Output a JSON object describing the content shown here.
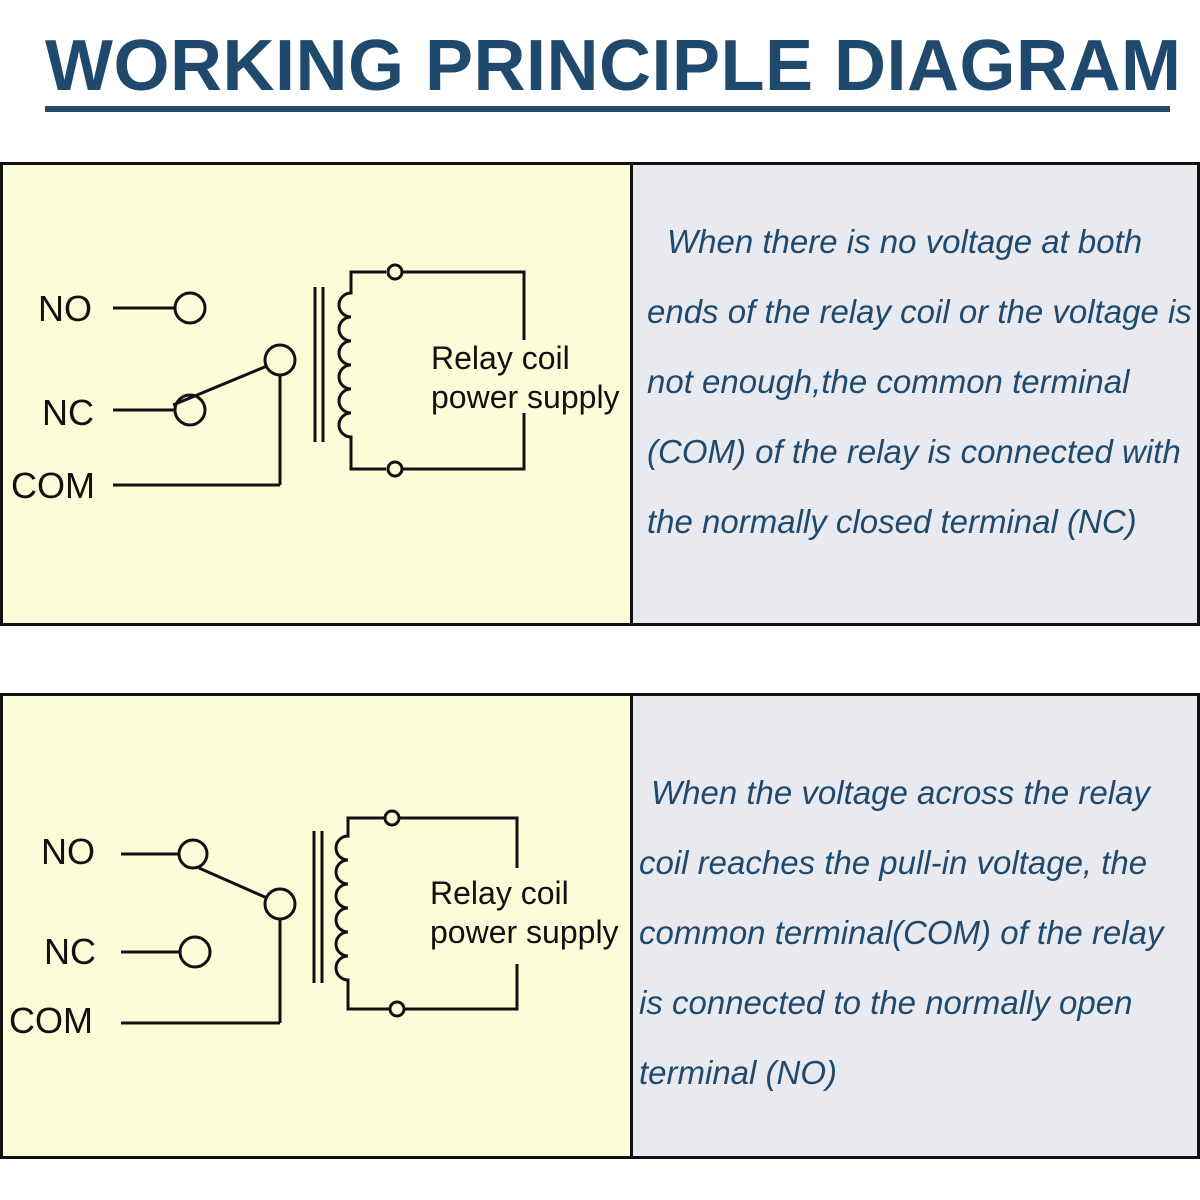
{
  "title": "WORKING PRINCIPLE DIAGRAM",
  "panels": [
    {
      "state": "coil de-energized",
      "terminals": {
        "no": "NO",
        "nc": "NC",
        "com": "COM"
      },
      "coil_label_line1": "Relay coil",
      "coil_label_line2": "power supply",
      "description": "When there is no voltage at both ends of the relay coil or the voltage is not enough,the common terminal (COM) of the relay is connected with the normally closed terminal (NC)"
    },
    {
      "state": "coil energized",
      "terminals": {
        "no": "NO",
        "nc": "NC",
        "com": "COM"
      },
      "coil_label_line1": "Relay coil",
      "coil_label_line2": "power supply",
      "description": "When the voltage across the relay coil reaches the pull-in voltage, the common terminal(COM) of the relay is connected to the normally open terminal (NO)"
    }
  ],
  "colors": {
    "title": "#1f4a6e",
    "description_text": "#1f4a6e",
    "diagram_background": "#fcfcd9",
    "description_background": "#e9eaf0"
  }
}
